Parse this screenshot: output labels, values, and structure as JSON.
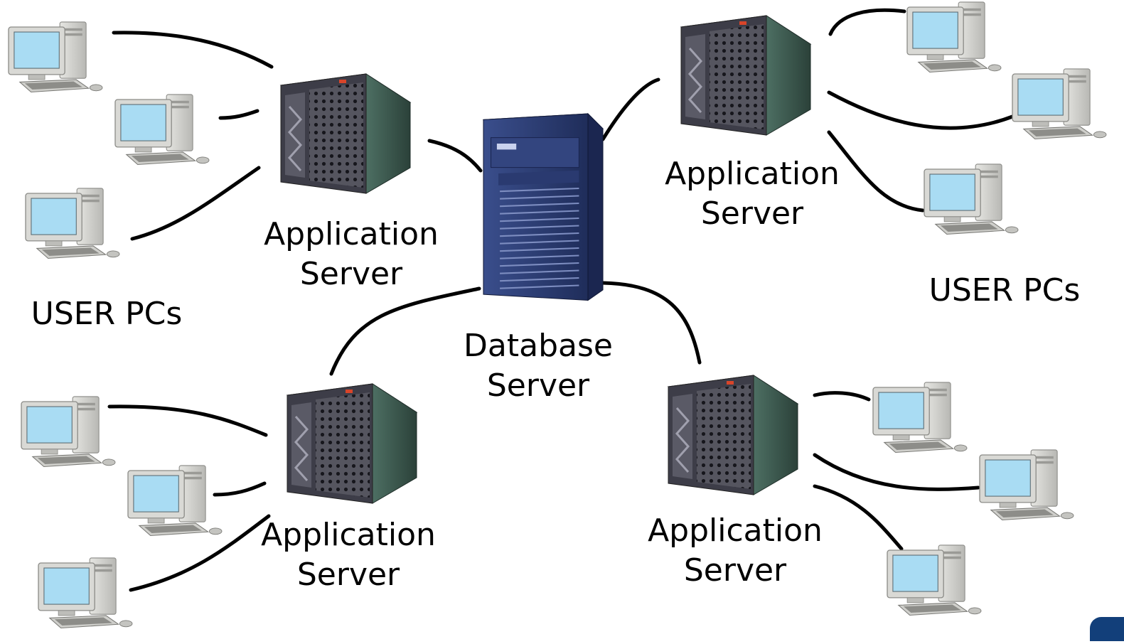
{
  "diagram": {
    "database_label": [
      "Database",
      "Server"
    ],
    "app_server_label": [
      "Application",
      "Server"
    ],
    "user_pcs_label": "USER PCs",
    "colors": {
      "wire": "#000000",
      "screen": "#a9dcf3",
      "pc_case": "#d4d4d0",
      "app_server_front": "#3d3d48",
      "app_server_side": "#3c5e52",
      "db_server_body": "#28386e",
      "corner_accent": "#123f7a"
    },
    "icons": [
      "user-pc-icon",
      "application-server-icon",
      "database-server-icon"
    ]
  }
}
